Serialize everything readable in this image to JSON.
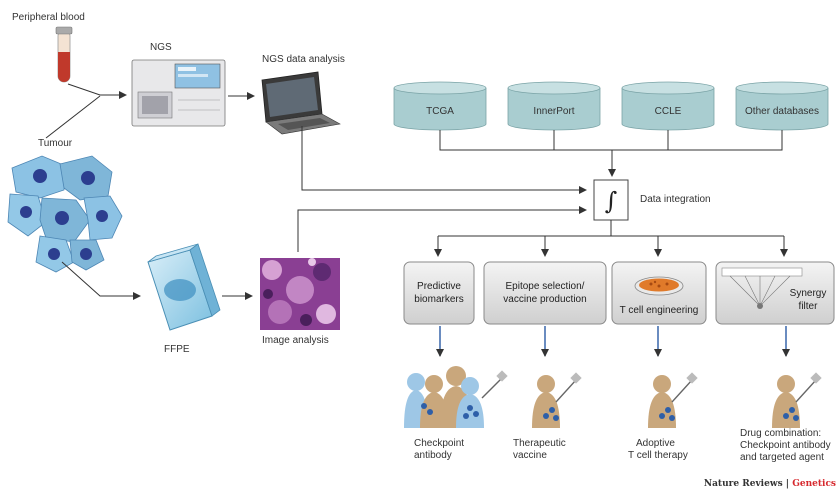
{
  "inputs": {
    "peripheral_blood": "Peripheral blood",
    "tumour": "Tumour"
  },
  "processing": {
    "ngs": "NGS",
    "ngs_analysis": "NGS data analysis",
    "ffpe": "FFPE",
    "image_analysis": "Image analysis"
  },
  "databases": [
    "TCGA",
    "InnerPort",
    "CCLE",
    "Other databases"
  ],
  "integration": {
    "symbol": "∫",
    "label": "Data integration"
  },
  "applications": {
    "predictive": [
      "Predictive",
      "biomarkers"
    ],
    "epitope": [
      "Epitope selection/",
      "vaccine production"
    ],
    "tcell": "T cell engineering",
    "synergy": [
      "Synergy",
      "filter"
    ]
  },
  "outcomes": {
    "checkpoint": [
      "Checkpoint",
      "antibody"
    ],
    "therapeutic": [
      "Therapeutic",
      "vaccine"
    ],
    "adoptive": [
      "Adoptive",
      "T cell therapy"
    ],
    "drug_combo": [
      "Drug combination:",
      "Checkpoint antibody",
      "and targeted agent"
    ]
  },
  "credit": {
    "journal": "Nature Reviews",
    "separator": " | ",
    "section": "Genetics"
  },
  "colors": {
    "db_fill": "#a9cdd0",
    "db_top": "#c7e0e2",
    "box_fill": "#dcdcdc",
    "box_gradient_top": "#f2f2f2",
    "tumour_cell": "#7fb6d8",
    "nucleus": "#2c3e8f",
    "person": "#c9a77c",
    "tile": "#9ec7e6",
    "section_red": "#d6282d",
    "blood_red": "#c0392b"
  }
}
